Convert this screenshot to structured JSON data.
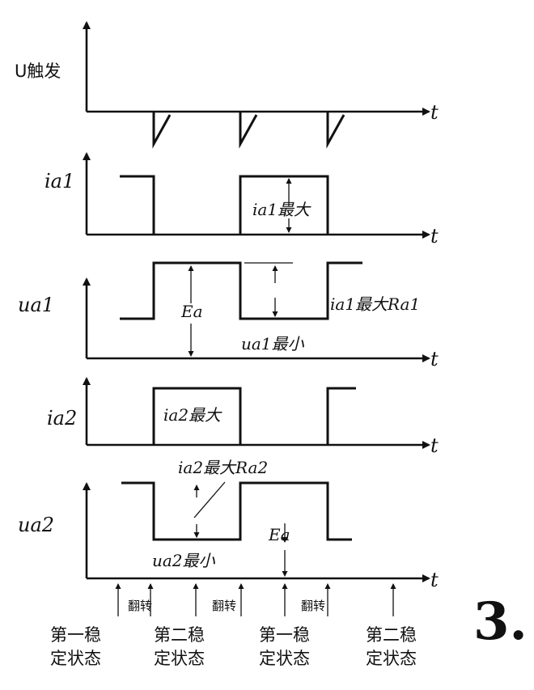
{
  "axis_t": "t",
  "rows": {
    "trigger": {
      "label": "U触发"
    },
    "ia1": {
      "label": "ia1",
      "peak": "ia1最大"
    },
    "ua1": {
      "label": "ua1",
      "amp": "Ea",
      "drop": "ia1最大Ra1",
      "min": "ua1最小"
    },
    "ia2": {
      "label": "ia2",
      "peak": "ia2最大"
    },
    "ua2": {
      "label": "ua2",
      "drop": "ia2最大Ra2",
      "amp": "Ea",
      "min": "ua2最小"
    }
  },
  "events": [
    "翻转",
    "翻转",
    "翻转"
  ],
  "states": [
    {
      "line1": "第一稳",
      "line2": "定状态"
    },
    {
      "line1": "第二稳",
      "line2": "定状态"
    },
    {
      "line1": "第一稳",
      "line2": "定状态"
    },
    {
      "line1": "第二稳",
      "line2": "定状态"
    }
  ],
  "figure_number": "3."
}
